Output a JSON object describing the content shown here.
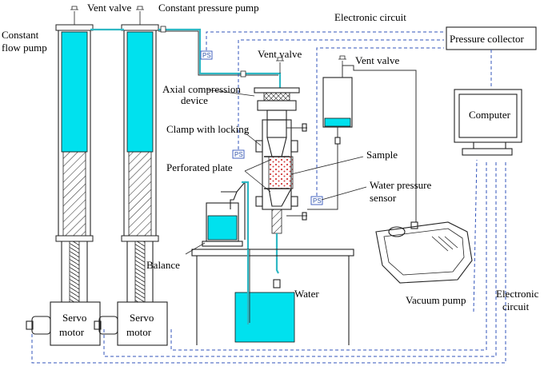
{
  "labels": {
    "vent_valve_1": "Vent valve",
    "vent_valve_2": "Vent valve",
    "vent_valve_3": "Vent valve",
    "constant_pressure_pump": "Constant pressure pump",
    "constant_flow_pump_line1": "Constant",
    "constant_flow_pump_line2": "flow pump",
    "electronic_circuit_top": "Electronic circuit",
    "pressure_collector": "Pressure collector",
    "axial_compression_line1": "Axial compression",
    "axial_compression_line2": "device",
    "computer": "Computer",
    "clamp_with_locking": "Clamp with locking",
    "sample": "Sample",
    "perforated_plate": "Perforated plate",
    "water_pressure_sensor_line1": "Water pressure",
    "water_pressure_sensor_line2": "sensor",
    "balance": "Balance",
    "water": "Water",
    "vacuum_pump": "Vacuum pump",
    "electronic_circuit_bottom_line1": "Electronic",
    "electronic_circuit_bottom_line2": "circuit",
    "servo_motor_1_line1": "Servo",
    "servo_motor_1_line2": "motor",
    "servo_motor_2_line1": "Servo",
    "servo_motor_2_line2": "motor",
    "ps_tag": "PS"
  },
  "colors": {
    "water": "#00e1ee",
    "signal_line": "#3355bb",
    "sample_dots": "#d23a3a"
  }
}
